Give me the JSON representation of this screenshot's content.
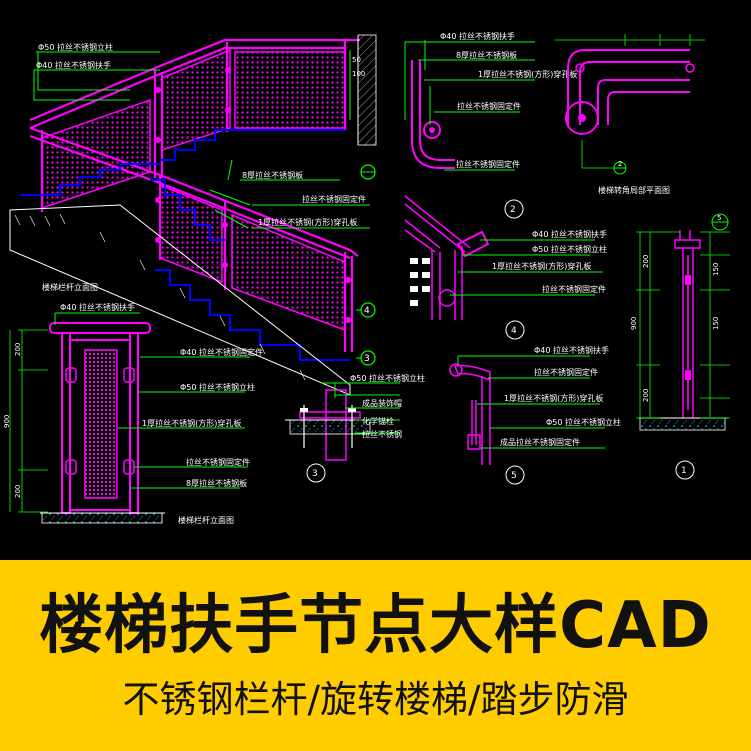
{
  "banner": {
    "title": "楼梯扶手节点大样CAD",
    "subtitle": "不锈钢栏杆/旋转楼梯/踏步防滑"
  },
  "colors": {
    "background": "#000000",
    "banner": "#ffcc00",
    "railing": "#ff00ff",
    "leader": "#00ff00",
    "stair": "#0000ff",
    "text": "#ffffff"
  },
  "views": {
    "stair": {
      "labels": [
        "Φ50 拉丝不锈钢立柱",
        "Φ40 拉丝不锈钢扶手",
        "8厚拉丝不锈钢板",
        "拉丝不锈钢固定件",
        "1厚拉丝不锈钢(方形)穿孔板"
      ],
      "dims": [
        "50",
        "100"
      ],
      "callouts": [
        "4",
        "3"
      ]
    },
    "elevation": {
      "title": "楼梯栏杆立面图",
      "bottom_title": "楼梯栏杆立面图",
      "labels": [
        "Φ40 拉丝不锈钢扶手",
        "Φ40 拉丝不锈钢固定件",
        "Φ50 拉丝不锈钢立柱",
        "1厚拉丝不锈钢(方形)穿孔板",
        "拉丝不锈钢固定件",
        "8厚拉丝不锈钢板"
      ],
      "dims": [
        "200",
        "900",
        "200"
      ]
    },
    "detail2": {
      "labels": [
        "Φ40 拉丝不锈钢扶手",
        "8厚拉丝不锈钢板",
        "1厚拉丝不锈钢(方形)穿孔板",
        "拉丝不锈钢固定件",
        "拉丝不锈钢固定件"
      ],
      "callout": "2"
    },
    "plan": {
      "title": "楼梯转角局部平面图",
      "callout": "2"
    },
    "detail4": {
      "labels": [
        "Φ40 拉丝不锈钢扶手",
        "Φ50 拉丝不锈钢立柱",
        "1厚拉丝不锈钢(方形)穿孔板",
        "拉丝不锈钢固定件"
      ],
      "callout": "4"
    },
    "detail3": {
      "labels": [
        "Φ50 拉丝不锈钢立柱",
        "成品装饰帽",
        "化学锚栓",
        "拉丝不锈钢"
      ],
      "callout": "3"
    },
    "detail5": {
      "labels": [
        "Φ40 拉丝不锈钢扶手",
        "拉丝不锈钢固定件",
        "1厚拉丝不锈钢(方形)穿孔板",
        "Φ50 拉丝不锈钢立柱",
        "成品拉丝不锈钢固定件"
      ],
      "callout": "5"
    },
    "detail1": {
      "callout_top": "5",
      "callout": "1",
      "dims": [
        "200",
        "150",
        "900",
        "150",
        "200"
      ]
    }
  }
}
